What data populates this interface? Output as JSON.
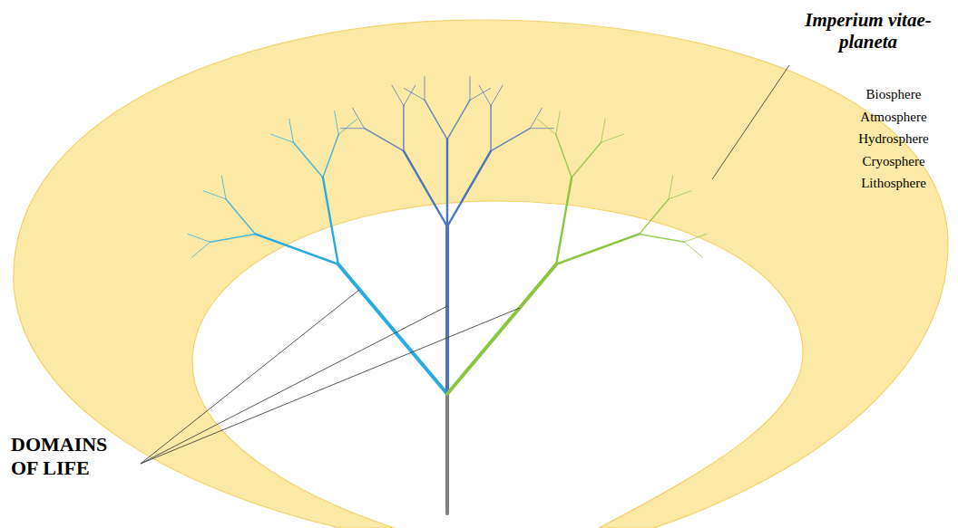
{
  "diagram": {
    "labels": [
      "Imperium vitae-planeta",
      "Biosphere",
      "Atmosphere",
      "Hydrosphere",
      "Cryosphere",
      "Lithosphere",
      "DOMAINS OF LIFE"
    ]
  }
}
